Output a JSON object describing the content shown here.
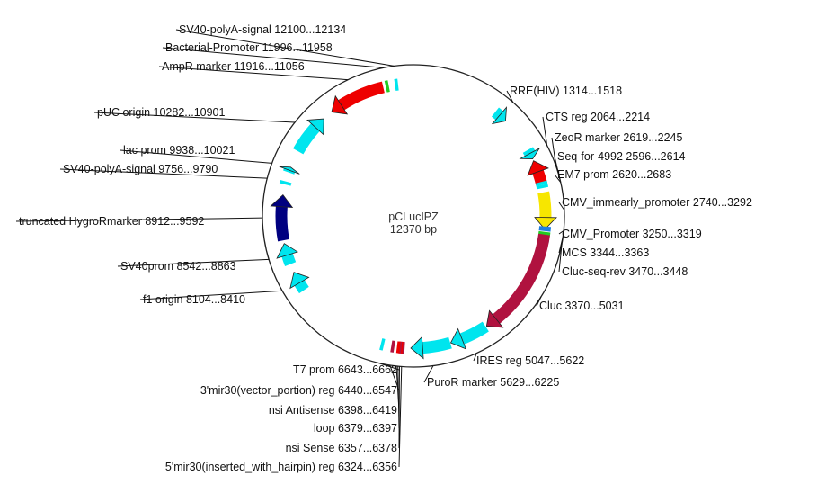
{
  "plasmid": {
    "name": "pCLucIPZ",
    "length": "12370 bp",
    "total_bp": 12370
  },
  "colors": {
    "backbone": "#222222",
    "cyan": "#00e5ee",
    "crimson": "#b0123f",
    "red": "#ee0000",
    "green": "#22cc22",
    "yellow": "#f7e600",
    "navy": "#000080",
    "blue": "#1e7fe0"
  },
  "features": [
    {
      "id": "rre",
      "label": "RRE(HIV) 1314...1518",
      "start": 1314,
      "end": 1518,
      "strand": 1,
      "color": "#00e5ee",
      "kind": "arrow"
    },
    {
      "id": "cts",
      "label": "CTS reg 2064...2214",
      "start": 2064,
      "end": 2214,
      "strand": 1,
      "color": "#00e5ee",
      "kind": "arrow"
    },
    {
      "id": "zeor",
      "label": "ZeoR marker 2619...2245",
      "start": 2245,
      "end": 2619,
      "strand": -1,
      "color": "#ee0000",
      "kind": "arrow"
    },
    {
      "id": "seqfor",
      "label": "Seq-for-4992 2596...2614",
      "start": 2596,
      "end": 2614,
      "strand": 1,
      "color": "#00e5ee",
      "kind": "tick"
    },
    {
      "id": "em7",
      "label": "EM7 prom 2620...2683",
      "start": 2620,
      "end": 2683,
      "strand": 1,
      "color": "#00e5ee",
      "kind": "tick"
    },
    {
      "id": "cmvim",
      "label": "CMV_immearly_promoter 2740...3292",
      "start": 2740,
      "end": 3292,
      "strand": 1,
      "color": "#f7e600",
      "kind": "arrow"
    },
    {
      "id": "cmvprom",
      "label": "CMV_Promoter 3250...3319",
      "start": 3250,
      "end": 3319,
      "strand": 1,
      "color": "#1e7fe0",
      "kind": "arc"
    },
    {
      "id": "mcs",
      "label": "MCS 3344...3363",
      "start": 3344,
      "end": 3363,
      "strand": 1,
      "color": "#22cc22",
      "kind": "tick"
    },
    {
      "id": "clucrev",
      "label": "Cluc-seq-rev 3470...3448",
      "start": 3448,
      "end": 3470,
      "strand": -1,
      "color": "#00e5ee",
      "kind": "tick"
    },
    {
      "id": "cluc",
      "label": "Cluc 3370...5031",
      "start": 3370,
      "end": 5031,
      "strand": 1,
      "color": "#b0123f",
      "kind": "arrow"
    },
    {
      "id": "ires",
      "label": "IRES reg 5047...5622",
      "start": 5047,
      "end": 5622,
      "strand": 1,
      "color": "#00e5ee",
      "kind": "arrow"
    },
    {
      "id": "puror",
      "label": "PuroR marker 5629...6225",
      "start": 5629,
      "end": 6225,
      "strand": 1,
      "color": "#00e5ee",
      "kind": "arrow"
    },
    {
      "id": "mir5",
      "label": "5'mir30(inserted_with_hairpin) reg 6324...6356",
      "start": 6324,
      "end": 6356,
      "strand": 1,
      "color": "#b0123f",
      "kind": "tick"
    },
    {
      "id": "nsisense",
      "label": "nsi Sense 6357...6378",
      "start": 6357,
      "end": 6378,
      "strand": 1,
      "color": "#ee0000",
      "kind": "tick"
    },
    {
      "id": "loop",
      "label": "loop 6379...6397",
      "start": 6379,
      "end": 6397,
      "strand": 1,
      "color": "#b0123f",
      "kind": "tick"
    },
    {
      "id": "nsianti",
      "label": "nsi Antisense 6398...6419",
      "start": 6398,
      "end": 6419,
      "strand": 1,
      "color": "#ee0000",
      "kind": "tick"
    },
    {
      "id": "mir3",
      "label": "3'mir30(vector_portion) reg 6440...6547",
      "start": 6440,
      "end": 6547,
      "strand": 1,
      "color": "#b0123f",
      "kind": "tick"
    },
    {
      "id": "t7",
      "label": "T7 prom 6643...6662",
      "start": 6643,
      "end": 6662,
      "strand": 1,
      "color": "#00e5ee",
      "kind": "tick"
    },
    {
      "id": "f1",
      "label": "f1 origin 8104...8410",
      "start": 8104,
      "end": 8410,
      "strand": 1,
      "color": "#00e5ee",
      "kind": "arrow"
    },
    {
      "id": "sv40prom",
      "label": "SV40prom 8542...8863",
      "start": 8542,
      "end": 8863,
      "strand": 1,
      "color": "#00e5ee",
      "kind": "arrow"
    },
    {
      "id": "hygro",
      "label": "truncated HygroRmarker 8912...9592",
      "start": 8912,
      "end": 9592,
      "strand": 1,
      "color": "#000080",
      "kind": "arrow"
    },
    {
      "id": "sv40pa1",
      "label": "SV40-polyA-signal 9756...9790",
      "start": 9756,
      "end": 9790,
      "strand": 1,
      "color": "#00e5ee",
      "kind": "tick"
    },
    {
      "id": "lac",
      "label": "lac prom 9938...10021",
      "start": 9938,
      "end": 10021,
      "strand": 1,
      "color": "#00e5ee",
      "kind": "arrow"
    },
    {
      "id": "puc",
      "label": "pUC origin 10282...10901",
      "start": 10282,
      "end": 10901,
      "strand": 1,
      "color": "#00e5ee",
      "kind": "arrow"
    },
    {
      "id": "ampr",
      "label": "AmpR marker 11916...11056",
      "start": 11056,
      "end": 11916,
      "strand": -1,
      "color": "#ee0000",
      "kind": "arrow"
    },
    {
      "id": "bactprom",
      "label": "Bacterial-Promoter 11996...11958",
      "start": 11958,
      "end": 11996,
      "strand": -1,
      "color": "#22cc22",
      "kind": "tick"
    },
    {
      "id": "sv40pa2",
      "label": "SV40-polyA-signal 12100...12134",
      "start": 12100,
      "end": 12134,
      "strand": 1,
      "color": "#00e5ee",
      "kind": "tick"
    }
  ]
}
